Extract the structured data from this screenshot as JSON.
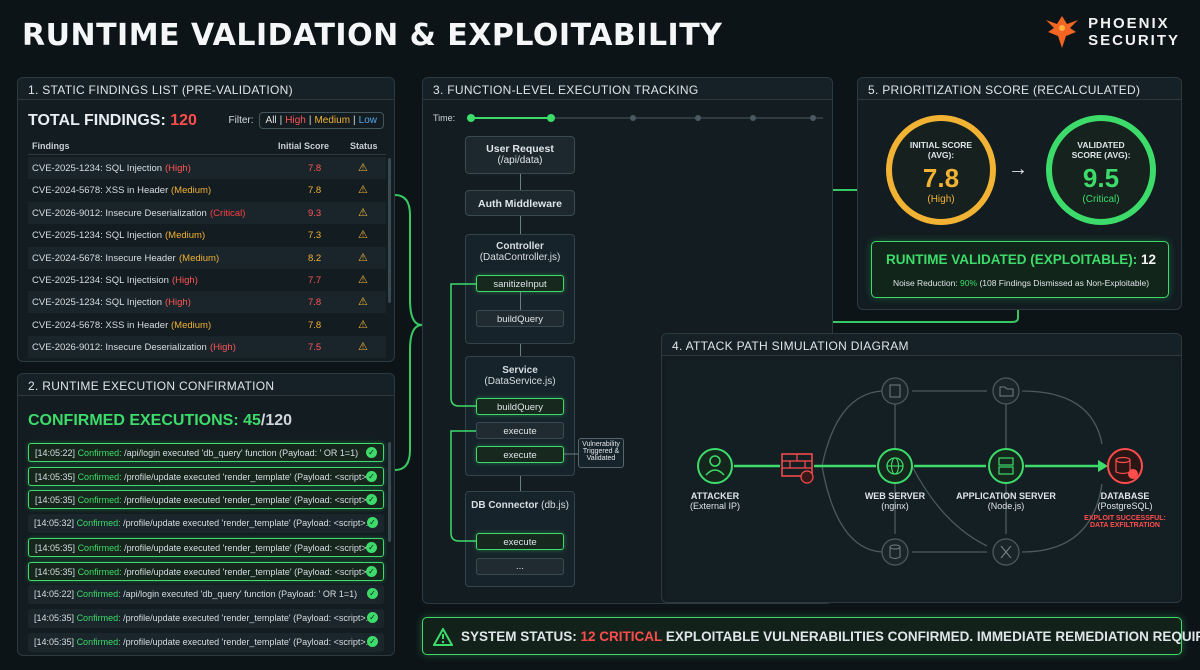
{
  "header": {
    "title": "RUNTIME VALIDATION & EXPLOITABILITY",
    "logo_line1": "PHOENIX",
    "logo_line2": "SECURITY"
  },
  "static_findings": {
    "panel_title": "1. STATIC FINDINGS LIST (PRE-VALIDATION)",
    "total_label": "TOTAL FINDINGS:",
    "total_value": "120",
    "filter_label": "Filter:",
    "filter_all": "All",
    "filter_high": "High",
    "filter_medium": "Medium",
    "filter_low": "Low",
    "col_findings": "Findings",
    "col_score": "Initial Score",
    "col_status": "Status",
    "rows": [
      {
        "name": "CVE-2025-1234: SQL Injection",
        "sev": "(High)",
        "score": "7.8"
      },
      {
        "name": "CVE-2024-5678: XSS in Header",
        "sev": "(Medium)",
        "score": "7.8"
      },
      {
        "name": "CVE-2026-9012: Insecure Deserialization",
        "sev": "(Critical)",
        "score": "9.3"
      },
      {
        "name": "CVE-2025-1234: SQL Injection",
        "sev": "(Medium)",
        "score": "7.3"
      },
      {
        "name": "CVE-2024-5678: Insecure Header",
        "sev": "(Medium)",
        "score": "8.2"
      },
      {
        "name": "CVE-2025-1234: SQL Injectision",
        "sev": "(High)",
        "score": "7.7"
      },
      {
        "name": "CVE-2025-1234: SQL Injection",
        "sev": "(High)",
        "score": "7.8"
      },
      {
        "name": "CVE-2024-5678: XSS in Header",
        "sev": "(Medium)",
        "score": "7.8"
      },
      {
        "name": "CVE-2026-9012: Insecure Deserialization",
        "sev": "(High)",
        "score": "7.5"
      }
    ]
  },
  "runtime": {
    "panel_title": "2. RUNTIME EXECUTION CONFIRMATION",
    "confirmed_label": "CONFIRMED EXECUTIONS:",
    "confirmed_value": "45",
    "confirmed_total": "/120",
    "rows": [
      {
        "time": "[14:05:22]",
        "conf": "Confirmed:",
        "text": "/api/login executed 'db_query' function (Payload: ' OR 1=1)"
      },
      {
        "time": "[14:05:35]",
        "conf": "Confirmed:",
        "text": "/profile/update executed 'render_template' (Payload: <script>..."
      },
      {
        "time": "[14:05:35]",
        "conf": "Confirmed:",
        "text": "/profile/update executed 'render_template' (Payload: <script>..."
      },
      {
        "time": "[14:05:32]",
        "conf": "Confirmed:",
        "text": "/profile/update executed 'render_template' (Payload: <script>..."
      },
      {
        "time": "[14:05:35]",
        "conf": "Confirmed:",
        "text": "/profile/update executed 'render_template' (Payload: <script>..."
      },
      {
        "time": "[14:05:35]",
        "conf": "Confirmed:",
        "text": "/profile/update executed 'render_template' (Payload: <script>..."
      },
      {
        "time": "[14:05:22]",
        "conf": "Confirmed:",
        "text": "/api/login executed 'db_query' function (Payload: ' OR 1=1)"
      },
      {
        "time": "[14:05:35]",
        "conf": "Confirmed:",
        "text": "/profile/update executed 'render_template' (Payload: <script>..."
      },
      {
        "time": "[14:05:35]",
        "conf": "Confirmed:",
        "text": "/profile/update executed 'render_template' (Payload: <script>..."
      }
    ]
  },
  "tracking": {
    "panel_title": "3. FUNCTION-LEVEL EXECUTION TRACKING",
    "time_label": "Time:",
    "user_request": "User Request",
    "user_request_path": "(/api/data)",
    "auth": "Auth Middleware",
    "controller": "Controller",
    "controller_file": "(DataController.js)",
    "sanitize": "sanitizeInput",
    "build_query_1": "buildQuery",
    "service": "Service",
    "service_file": "(DataService.js)",
    "build_query_2": "buildQuery",
    "execute_1": "execute",
    "execute_2": "execute",
    "vuln_note": "Vulnerability Triggered & Validated",
    "db": "DB Connector",
    "db_file": "(db.js)",
    "execute_3": "execute",
    "ellipsis": "..."
  },
  "prioritization": {
    "panel_title": "5. PRIORITIZATION SCORE (RECALCULATED)",
    "initial_label_1": "INITIAL SCORE",
    "initial_label_2": "(AVG):",
    "initial_value": "7.8",
    "initial_sev": "(High)",
    "arrow": "→",
    "validated_label_1": "VALIDATED",
    "validated_label_2": "SCORE (AVG):",
    "validated_value": "9.5",
    "validated_sev": "(Critical)",
    "rv_label": "RUNTIME VALIDATED (EXPLOITABLE):",
    "rv_value": "12",
    "noise_label": "Noise Reduction:",
    "noise_value": "90%",
    "noise_detail": "(108 Findings Dismissed as Non-Exploitable)"
  },
  "attack_path": {
    "panel_title": "4. ATTACK PATH SIMULATION DIAGRAM",
    "attacker": "ATTACKER",
    "attacker_sub": "(External IP)",
    "web": "WEB SERVER",
    "web_sub": "(nginx)",
    "app": "APPLICATION SERVER",
    "app_sub": "(Node.js)",
    "db": "DATABASE",
    "db_sub": "(PostgreSQL)",
    "exploit_1": "EXPLOIT SUCCESSFUL:",
    "exploit_2": "DATA EXFILTRATION"
  },
  "status": {
    "prefix": "SYSTEM STATUS:",
    "count": "12 CRITICAL",
    "suffix": "EXPLOITABLE VULNERABILITIES CONFIRMED. IMMEDIATE REMEDIATION REQUIRED"
  },
  "colors": {
    "green": "#3ddc6a",
    "red": "#ff4d4d",
    "amber": "#f2b233",
    "blue": "#59a7e8",
    "bg": "#0d1418"
  }
}
